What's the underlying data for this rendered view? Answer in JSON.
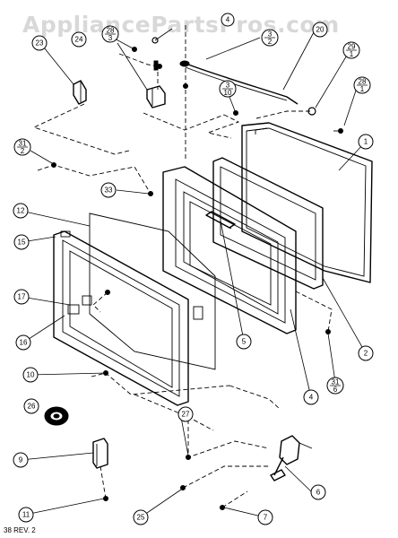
{
  "watermark": "AppliancePartsPros.com",
  "revision": "38 REV. 2",
  "callouts": {
    "c1": "1",
    "c2": "2",
    "c4": "4",
    "c5": "5",
    "c6": "6",
    "c7": "7",
    "c9": "9",
    "c10": "10",
    "c11": "11",
    "c12": "12",
    "c15": "15",
    "c16": "16",
    "c17": "17",
    "c20": "20",
    "c23": "23",
    "c24": "24",
    "c25": "25",
    "c26": "26",
    "c27": "27",
    "c33": "33",
    "f28_3_top": "28",
    "f28_3_bot": "3",
    "f3_2_top": "3",
    "f3_2_bot": "2",
    "f3_10_top": "3",
    "f3_10_bot": "10",
    "f31_2_top": "31",
    "f31_2_bot": "2",
    "f29_1_top": "29",
    "f29_1_bot": "1",
    "f28_1_top": "28",
    "f28_1_bot": "1",
    "f31_6_top": "31",
    "f31_6_bot": "6",
    "top_small": "4"
  }
}
